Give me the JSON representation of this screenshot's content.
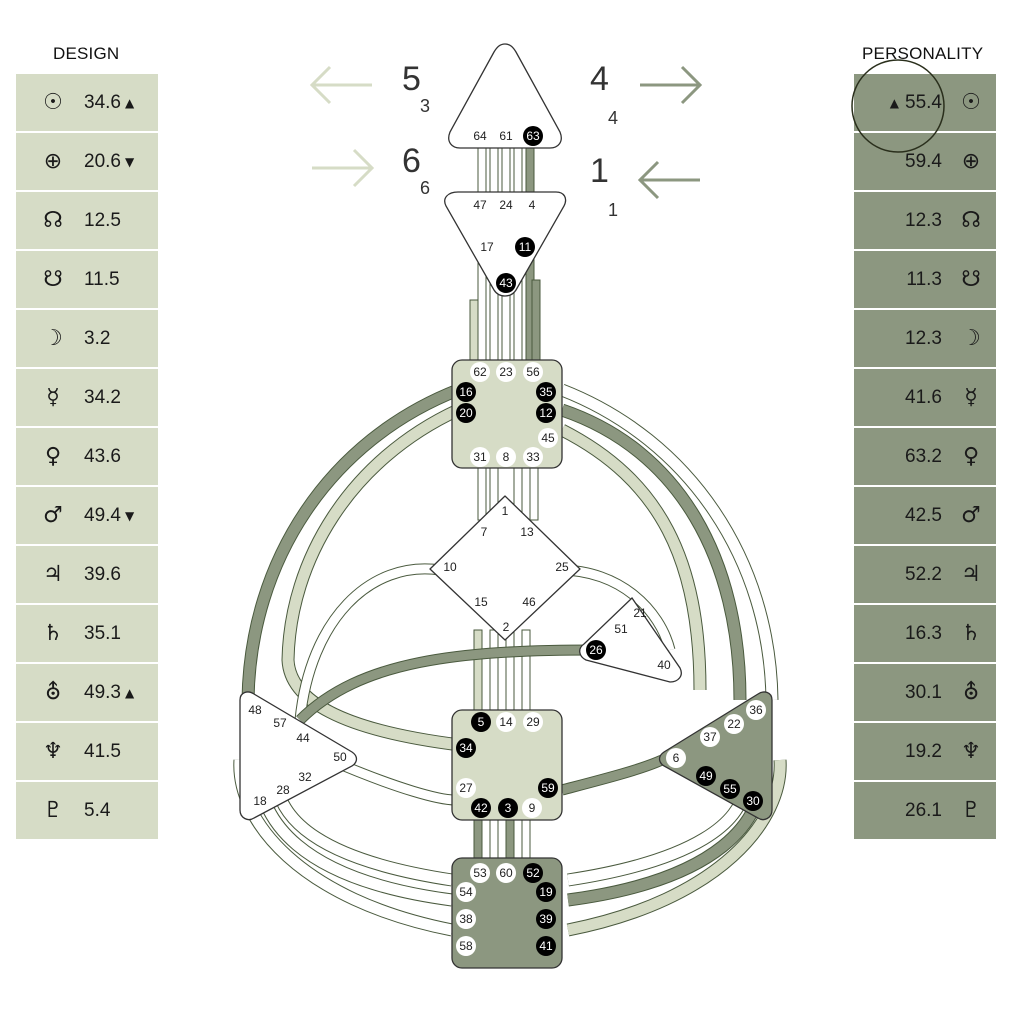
{
  "design": {
    "title": "DESIGN",
    "rows": [
      {
        "symbol": "☉",
        "icon": "sun-icon",
        "value": "34.6",
        "arrow": "▲"
      },
      {
        "symbol": "⊕",
        "icon": "earth-icon",
        "value": "20.6",
        "arrow": "▼"
      },
      {
        "symbol": "☊",
        "icon": "north-node-icon",
        "value": "12.5",
        "arrow": ""
      },
      {
        "symbol": "☋",
        "icon": "south-node-icon",
        "value": "11.5",
        "arrow": ""
      },
      {
        "symbol": "☽",
        "icon": "moon-icon",
        "value": "3.2",
        "arrow": ""
      },
      {
        "symbol": "☿",
        "icon": "mercury-icon",
        "value": "34.2",
        "arrow": ""
      },
      {
        "symbol": "♀",
        "icon": "venus-icon",
        "value": "43.6",
        "arrow": ""
      },
      {
        "symbol": "♂",
        "icon": "mars-icon",
        "value": "49.4",
        "arrow": "▼"
      },
      {
        "symbol": "♃",
        "icon": "jupiter-icon",
        "value": "39.6",
        "arrow": ""
      },
      {
        "symbol": "♄",
        "icon": "saturn-icon",
        "value": "35.1",
        "arrow": ""
      },
      {
        "symbol": "⛢",
        "icon": "uranus-icon",
        "value": "49.3",
        "arrow": "▲"
      },
      {
        "symbol": "♆",
        "icon": "neptune-icon",
        "value": "41.5",
        "arrow": ""
      },
      {
        "symbol": "♇",
        "icon": "pluto-icon",
        "value": "5.4",
        "arrow": ""
      }
    ]
  },
  "personality": {
    "title": "PERSONALITY",
    "rows": [
      {
        "symbol": "☉",
        "icon": "sun-icon",
        "value": "55.4",
        "arrow": "▲"
      },
      {
        "symbol": "⊕",
        "icon": "earth-icon",
        "value": "59.4",
        "arrow": ""
      },
      {
        "symbol": "☊",
        "icon": "north-node-icon",
        "value": "12.3",
        "arrow": ""
      },
      {
        "symbol": "☋",
        "icon": "south-node-icon",
        "value": "11.3",
        "arrow": ""
      },
      {
        "symbol": "☽",
        "icon": "moon-icon",
        "value": "12.3",
        "arrow": ""
      },
      {
        "symbol": "☿",
        "icon": "mercury-icon",
        "value": "41.6",
        "arrow": ""
      },
      {
        "symbol": "♀",
        "icon": "venus-icon",
        "value": "63.2",
        "arrow": ""
      },
      {
        "symbol": "♂",
        "icon": "mars-icon",
        "value": "42.5",
        "arrow": ""
      },
      {
        "symbol": "♃",
        "icon": "jupiter-icon",
        "value": "52.2",
        "arrow": ""
      },
      {
        "symbol": "♄",
        "icon": "saturn-icon",
        "value": "16.3",
        "arrow": ""
      },
      {
        "symbol": "⛢",
        "icon": "uranus-icon",
        "value": "30.1",
        "arrow": ""
      },
      {
        "symbol": "♆",
        "icon": "neptune-icon",
        "value": "19.2",
        "arrow": ""
      },
      {
        "symbol": "♇",
        "icon": "pluto-icon",
        "value": "26.1",
        "arrow": ""
      }
    ]
  },
  "variables": {
    "top_left": {
      "main": "5",
      "sub": "3"
    },
    "bottom_left": {
      "main": "6",
      "sub": "6"
    },
    "top_right": {
      "main": "4",
      "sub": "4"
    },
    "bottom_right": {
      "main": "1",
      "sub": "1"
    }
  },
  "colors": {
    "design_bg": "#d6dcc6",
    "personality_bg": "#8c9780",
    "defined_center": "#8c9780",
    "light_center": "#d6dcc6",
    "activation": "#000000"
  },
  "centers": [
    {
      "id": "head",
      "defined": false,
      "gates": [
        {
          "n": "64",
          "active": false
        },
        {
          "n": "61",
          "active": false
        },
        {
          "n": "63",
          "active": true
        }
      ]
    },
    {
      "id": "ajna",
      "defined": false,
      "gates": [
        {
          "n": "47",
          "active": false
        },
        {
          "n": "24",
          "active": false
        },
        {
          "n": "4",
          "active": false
        },
        {
          "n": "17",
          "active": false
        },
        {
          "n": "11",
          "active": true
        },
        {
          "n": "43",
          "active": true
        }
      ]
    },
    {
      "id": "throat",
      "defined": "light",
      "gates": [
        {
          "n": "62",
          "active": false
        },
        {
          "n": "23",
          "active": false
        },
        {
          "n": "56",
          "active": false
        },
        {
          "n": "16",
          "active": true
        },
        {
          "n": "35",
          "active": true
        },
        {
          "n": "20",
          "active": true
        },
        {
          "n": "12",
          "active": true
        },
        {
          "n": "45",
          "active": false
        },
        {
          "n": "31",
          "active": false
        },
        {
          "n": "8",
          "active": false
        },
        {
          "n": "33",
          "active": false
        }
      ]
    },
    {
      "id": "g",
      "defined": false,
      "gates": [
        {
          "n": "1",
          "active": false
        },
        {
          "n": "7",
          "active": false
        },
        {
          "n": "13",
          "active": false
        },
        {
          "n": "10",
          "active": false
        },
        {
          "n": "25",
          "active": false
        },
        {
          "n": "15",
          "active": false
        },
        {
          "n": "46",
          "active": false
        },
        {
          "n": "2",
          "active": false
        }
      ]
    },
    {
      "id": "heart",
      "defined": false,
      "gates": [
        {
          "n": "21",
          "active": false
        },
        {
          "n": "51",
          "active": false
        },
        {
          "n": "26",
          "active": true
        },
        {
          "n": "40",
          "active": false
        }
      ]
    },
    {
      "id": "spleen",
      "defined": false,
      "gates": [
        {
          "n": "48",
          "active": false
        },
        {
          "n": "57",
          "active": false
        },
        {
          "n": "44",
          "active": false
        },
        {
          "n": "50",
          "active": false
        },
        {
          "n": "32",
          "active": false
        },
        {
          "n": "28",
          "active": false
        },
        {
          "n": "18",
          "active": false
        }
      ]
    },
    {
      "id": "sacral",
      "defined": "light",
      "gates": [
        {
          "n": "5",
          "active": true
        },
        {
          "n": "14",
          "active": false
        },
        {
          "n": "29",
          "active": false
        },
        {
          "n": "34",
          "active": true
        },
        {
          "n": "27",
          "active": false
        },
        {
          "n": "59",
          "active": true
        },
        {
          "n": "42",
          "active": true
        },
        {
          "n": "3",
          "active": true
        },
        {
          "n": "9",
          "active": false
        }
      ]
    },
    {
      "id": "solar-plexus",
      "defined": true,
      "gates": [
        {
          "n": "36",
          "active": false
        },
        {
          "n": "22",
          "active": false
        },
        {
          "n": "37",
          "active": false
        },
        {
          "n": "6",
          "active": false
        },
        {
          "n": "49",
          "active": true
        },
        {
          "n": "55",
          "active": true
        },
        {
          "n": "30",
          "active": true
        }
      ]
    },
    {
      "id": "root",
      "defined": true,
      "gates": [
        {
          "n": "53",
          "active": false
        },
        {
          "n": "60",
          "active": false
        },
        {
          "n": "52",
          "active": true
        },
        {
          "n": "54",
          "active": false
        },
        {
          "n": "19",
          "active": true
        },
        {
          "n": "38",
          "active": false
        },
        {
          "n": "39",
          "active": true
        },
        {
          "n": "58",
          "active": false
        },
        {
          "n": "41",
          "active": true
        }
      ]
    }
  ]
}
